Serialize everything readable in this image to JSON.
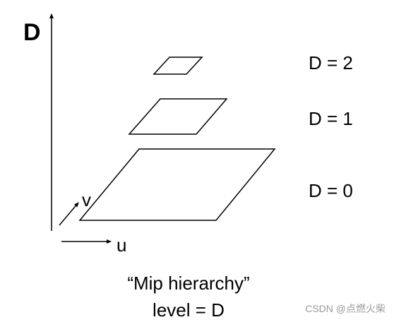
{
  "axes": {
    "vertical": "D",
    "u": "u",
    "v": "v"
  },
  "levels": [
    {
      "label": "D = 2"
    },
    {
      "label": "D = 1"
    },
    {
      "label": "D = 0"
    }
  ],
  "caption": {
    "line1": "“Mip hierarchy”",
    "line2": "level = D"
  },
  "watermark": "CSDN @点燃火柴",
  "colors": {
    "ink": "#000000",
    "background": "#ffffff",
    "watermark": "#9a9a9a"
  }
}
